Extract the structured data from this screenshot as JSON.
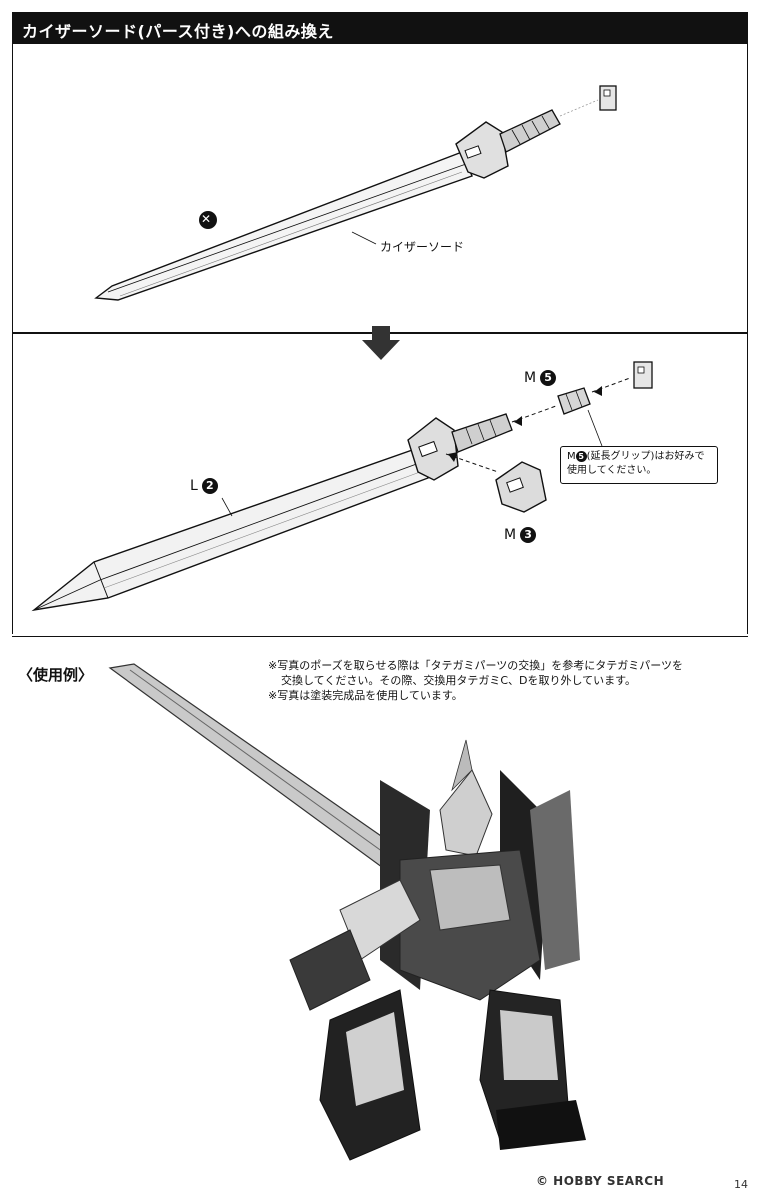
{
  "header": {
    "title": "カイザーソード(パース付き)への組み換え"
  },
  "step1": {
    "sword_name": "カイザーソード",
    "remove_mark": "✕"
  },
  "step2": {
    "part_m5": {
      "letter": "M",
      "number": "5"
    },
    "part_l2": {
      "letter": "L",
      "number": "2"
    },
    "part_m3": {
      "letter": "M",
      "number": "3"
    },
    "callout": {
      "letter": "M",
      "number": "5",
      "line1_text": "(延長グリップ)はお好みで",
      "line2_text": "使用してください。"
    }
  },
  "example": {
    "title": "〈使用例〉",
    "notes": [
      "※写真のポーズを取らせる際は「タテガミパーツの交換」を参考にタテガミパーツを",
      "交換してください。その際、交換用タテガミC、Dを取り外しています。",
      "※写真は塗装完成品を使用しています。"
    ]
  },
  "footer": {
    "logo": "© HOBBY SEARCH",
    "page": "14"
  }
}
